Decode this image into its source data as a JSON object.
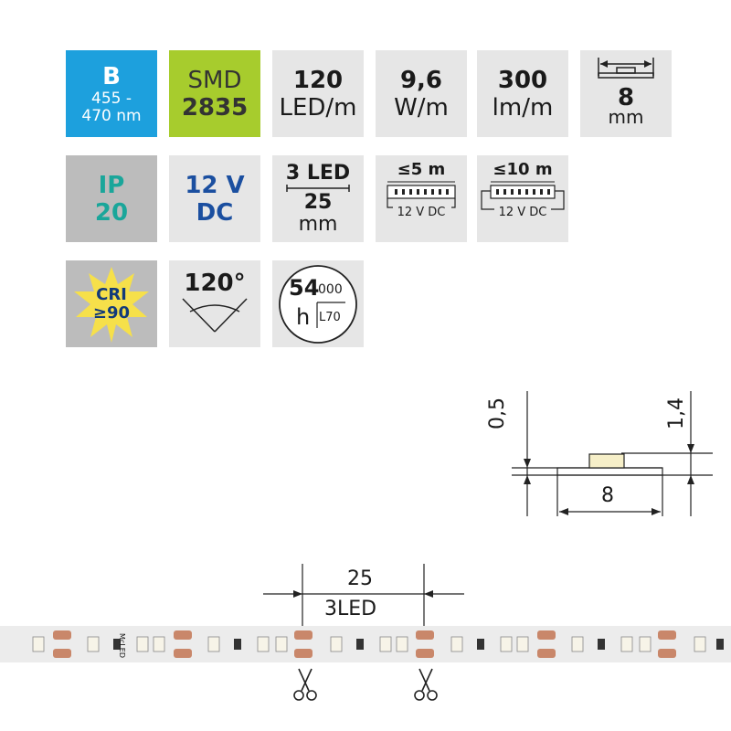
{
  "tiles": {
    "color": {
      "letter": "B",
      "range_top": "455 -",
      "range_bottom": "470 nm"
    },
    "chip": {
      "type": "SMD",
      "size": "2835"
    },
    "density": {
      "value": "120",
      "unit": "LED/m"
    },
    "power": {
      "value": "9,6",
      "unit": "W/m"
    },
    "flux": {
      "value": "300",
      "unit": "lm/m"
    },
    "width": {
      "value": "8",
      "unit": "mm"
    },
    "ip": {
      "label": "IP",
      "value": "20"
    },
    "voltage": {
      "value": "12 V",
      "type": "DC"
    },
    "segment": {
      "count": "3 LED",
      "length": "25",
      "unit": "mm"
    },
    "run_single": {
      "label": "≤5 m",
      "voltage": "12 V DC"
    },
    "run_double": {
      "label": "≤10 m",
      "voltage": "12 V DC"
    },
    "cri": {
      "label": "CRI",
      "value": "≥90"
    },
    "angle": {
      "value": "120°"
    },
    "lifetime": {
      "value": "54",
      "suffix": "000",
      "unit": "h",
      "rating": "L70"
    }
  },
  "profile": {
    "thickness": "0,5",
    "height": "1,4",
    "width": "8"
  },
  "strip": {
    "cut_length": "25",
    "cut_leds": "3LED",
    "brand": "McLED"
  },
  "colors": {
    "blue": "#1da0dd",
    "green": "#a7cc2d",
    "tile": "#e6e6e6",
    "copper": "#c9876a",
    "led": "#f6efc8"
  }
}
